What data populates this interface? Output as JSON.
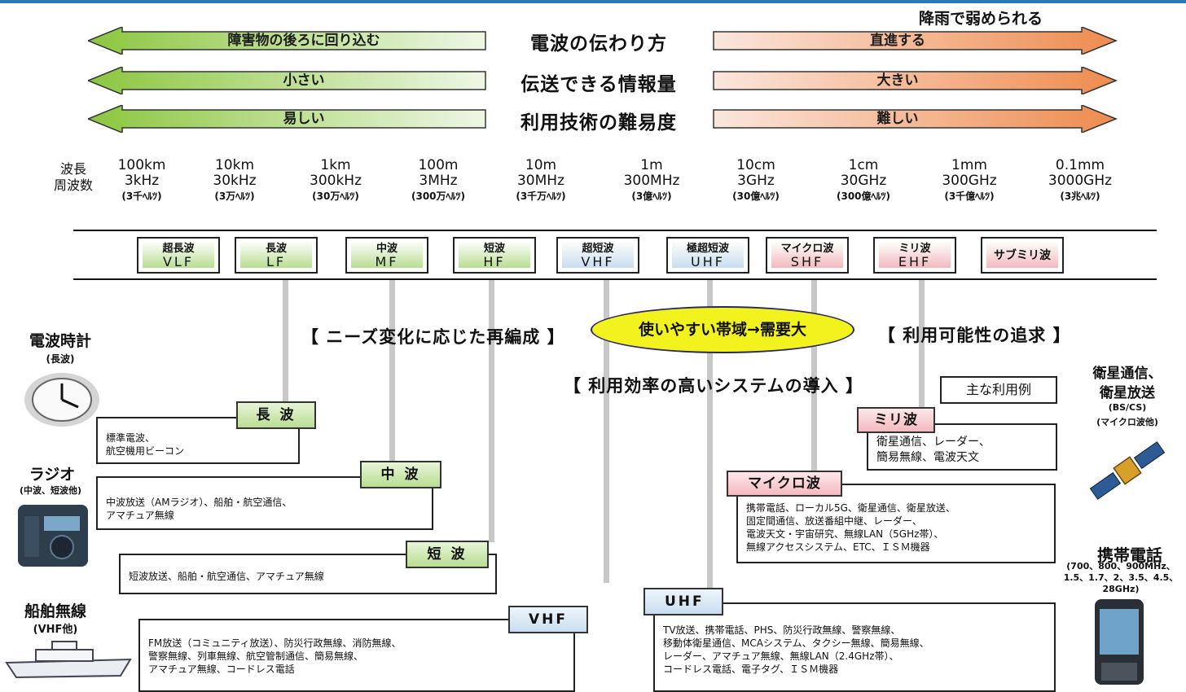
{
  "header": {
    "rain_note": "降雨で弱められる",
    "rows": [
      {
        "left": "障害物の後ろに回り込む",
        "center": "電波の伝わり方",
        "right": "直進する"
      },
      {
        "left": "小さい",
        "center": "伝送できる情報量",
        "right": "大きい"
      },
      {
        "left": "易しい",
        "center": "利用技術の難易度",
        "right": "難しい"
      }
    ]
  },
  "scale": {
    "row_label_1": "波長",
    "row_label_2": "周波数",
    "columns": [
      {
        "wavelength": "100km",
        "freq": "3kHz",
        "jp": "(3千ﾍﾙﾂ)"
      },
      {
        "wavelength": "10km",
        "freq": "30kHz",
        "jp": "(3万ﾍﾙﾂ)"
      },
      {
        "wavelength": "1km",
        "freq": "300kHz",
        "jp": "(30万ﾍﾙﾂ)"
      },
      {
        "wavelength": "100m",
        "freq": "3MHz",
        "jp": "(300万ﾍﾙﾂ)"
      },
      {
        "wavelength": "10m",
        "freq": "30MHz",
        "jp": "(3千万ﾍﾙﾂ)"
      },
      {
        "wavelength": "1m",
        "freq": "300MHz",
        "jp": "(3億ﾍﾙﾂ)"
      },
      {
        "wavelength": "10cm",
        "freq": "3GHz",
        "jp": "(30億ﾍﾙﾂ)"
      },
      {
        "wavelength": "1cm",
        "freq": "30GHz",
        "jp": "(300億ﾍﾙﾂ)"
      },
      {
        "wavelength": "1mm",
        "freq": "300GHz",
        "jp": "(3千億ﾍﾙﾂ)"
      },
      {
        "wavelength": "0.1mm",
        "freq": "3000GHz",
        "jp": "(3兆ﾍﾙﾂ)"
      }
    ]
  },
  "bands": [
    {
      "jp": "超長波",
      "en": "VLF",
      "color": "#b9dd92"
    },
    {
      "jp": "長波",
      "en": "LF",
      "color": "#b9dd92"
    },
    {
      "jp": "中波",
      "en": "MF",
      "color": "#b9dd92"
    },
    {
      "jp": "短波",
      "en": "HF",
      "color": "#b9dd92"
    },
    {
      "jp": "超短波",
      "en": "VHF",
      "color": "#c9ddf0"
    },
    {
      "jp": "極超短波",
      "en": "UHF",
      "color": "#c9ddf0"
    },
    {
      "jp": "マイクロ波",
      "en": "SHF",
      "color": "#f3b9c0"
    },
    {
      "jp": "ミリ波",
      "en": "EHF",
      "color": "#f3b9c0"
    },
    {
      "jp": "サブミリ波",
      "en": "",
      "color": "#f3b9c0"
    }
  ],
  "notes": {
    "reorg": "【 ニーズ変化に応じた再編成 】",
    "demand": "使いやすい帯域→需要大",
    "pursuit": "【 利用可能性の追求 】",
    "efficient": "【 利用効率の高いシステムの導入 】",
    "main_use": "主な利用例"
  },
  "examples": {
    "lf": {
      "tag": "長 波",
      "text": [
        "標準電波、",
        "航空機用ビーコン"
      ]
    },
    "mf": {
      "tag": "中 波",
      "text": [
        "中波放送（AMラジオ）、船舶・航空通信、",
        "アマチュア無線"
      ]
    },
    "hf": {
      "tag": "短 波",
      "text": [
        "短波放送、船舶・航空通信、アマチュア無線"
      ]
    },
    "vhf": {
      "tag": "VHF",
      "text": [
        "FM放送（コミュニティ放送）、防災行政無線、消防無線、",
        "警察無線、列車無線、航空管制通信、簡易無線、",
        "アマチュア無線、コードレス電話"
      ]
    },
    "uhf": {
      "tag": "UHF",
      "text": [
        "TV放送、携帯電話、PHS、防災行政無線、警察無線、",
        "移動体衛星通信、MCAシステム、タクシー無線、簡易無線、",
        "レーダー、アマチュア無線、無線LAN（2.4GHz帯）、",
        "コードレス電話、電子タグ、ＩＳＭ機器"
      ]
    },
    "micro": {
      "tag": "マイクロ波",
      "text": [
        "携帯電話、ローカル5G、衛星通信、衛星放送、",
        "固定間通信、放送番組中継、レーダー、",
        "電波天文・宇宙研究、無線LAN（5GHz帯）、",
        "無線アクセスシステム、ETC、ＩＳＭ機器"
      ]
    },
    "milli": {
      "tag": "ミリ波",
      "text": [
        "衛星通信、レーダー、",
        "簡易無線、電波天文"
      ]
    }
  },
  "side": {
    "clock": {
      "title": "電波時計",
      "sub": "(長波)"
    },
    "radio": {
      "title": "ラジオ",
      "sub": "(中波、短波他)"
    },
    "ship": {
      "title": "船舶無線",
      "sub": "(VHF他)"
    },
    "sat": {
      "title1": "衛星通信、",
      "title2": "衛星放送",
      "sub1": "(BS/CS)",
      "sub2": "(マイクロ波他)"
    },
    "phone": {
      "title": "携帯電話",
      "sub1": "(700、800、900MHz、",
      "sub2": "1.5、1.7、2、3.5、4.5、",
      "sub3": "28GHz)"
    }
  }
}
